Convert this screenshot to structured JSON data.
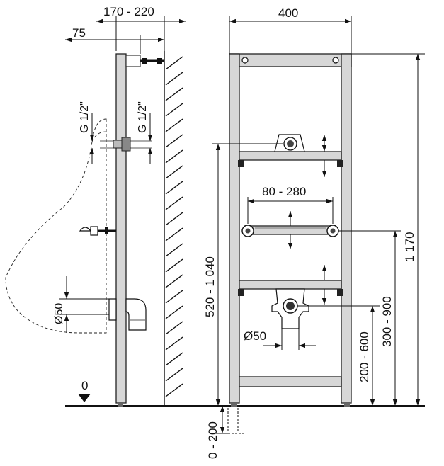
{
  "labels": {
    "width_range": "170 - 220",
    "offset": "75",
    "frame_width": "400",
    "g_left": "G 1/2\"",
    "g_right": "G 1/2\"",
    "pipe_dia_left": "Ø50",
    "outlet_spacing": "80 - 280",
    "supply_height": "520 - 1 040",
    "total_height": "1 170",
    "fixing_height": "300 - 900",
    "drain_height": "200 - 600",
    "drain_dia": "Ø50",
    "floor_zero": "0",
    "leg_adjust": "0 - 200"
  }
}
